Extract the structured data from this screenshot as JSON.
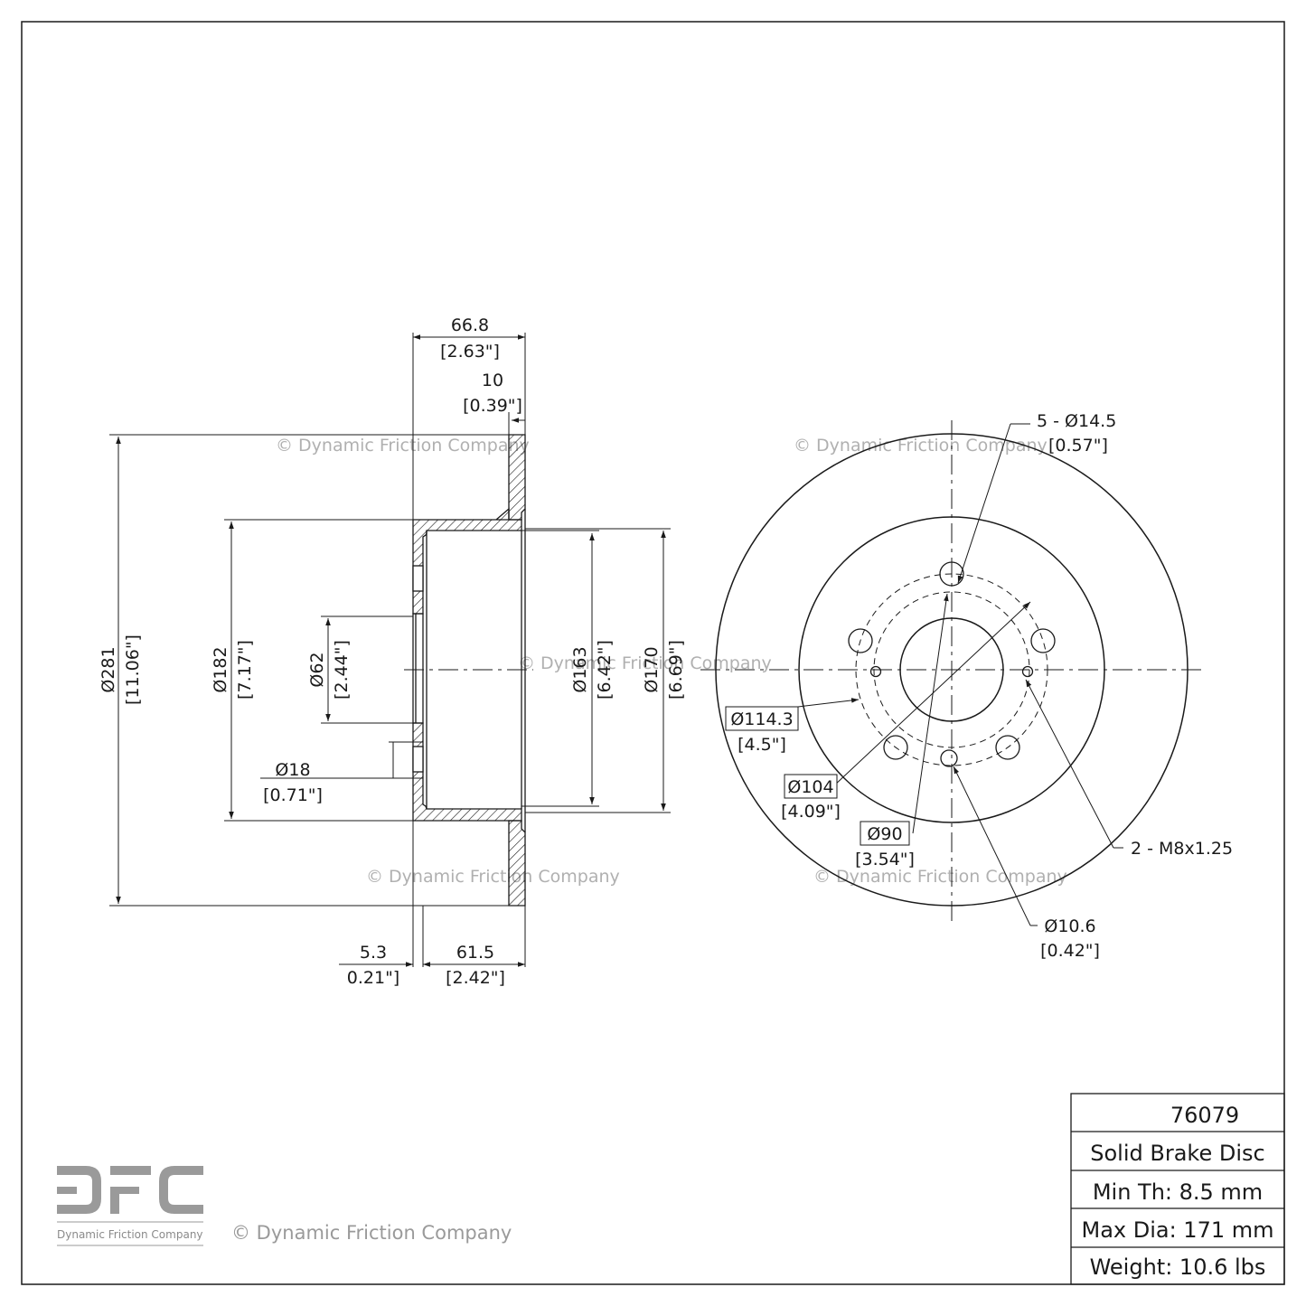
{
  "side_view": {
    "overall_width": {
      "mm": "66.8",
      "in": "[2.63\"]"
    },
    "disc_thickness": {
      "mm": "10",
      "in": "[0.39\"]"
    },
    "outer_diameter": {
      "mm": "Ø281",
      "in": "[11.06\"]"
    },
    "hat_diameter": {
      "mm": "Ø182",
      "in": "[7.17\"]"
    },
    "center_bore": {
      "mm": "Ø62",
      "in": "[2.44\"]"
    },
    "small_hole": {
      "mm": "Ø18",
      "in": "[0.71\"]"
    },
    "inner_bore_163": {
      "mm": "Ø163",
      "in": "[6.42\"]"
    },
    "inner_bore_170": {
      "mm": "Ø170",
      "in": "[6.69\"]"
    },
    "hub_thickness": {
      "mm": "5.3",
      "in": "0.21\"]"
    },
    "hat_depth": {
      "mm": "61.5",
      "in": "[2.42\"]"
    }
  },
  "front_view": {
    "bolt_holes": {
      "mm": "5 - Ø14.5",
      "in": "[0.57\"]"
    },
    "bolt_circle": {
      "mm": "Ø114.3",
      "in": "[4.5\"]"
    },
    "dia_104": {
      "mm": "Ø104",
      "in": "[4.09\"]"
    },
    "dia_90": {
      "mm": "Ø90",
      "in": "[3.54\"]"
    },
    "threaded_holes": {
      "label": "2 - M8x1.25"
    },
    "locator_hole": {
      "mm": "Ø10.6",
      "in": "[0.42\"]"
    }
  },
  "watermark": "© Dynamic Friction Company",
  "logo": {
    "letters": "DFC",
    "subtitle": "Dynamic Friction Company"
  },
  "title_block": {
    "part_number": "76079",
    "type": "Solid Brake Disc",
    "min_thickness": "Min Th: 8.5 mm",
    "max_diameter": "Max Dia: 171 mm",
    "weight": "Weight: 10.6 lbs"
  },
  "colors": {
    "line": "#1a1a1a",
    "watermark": "#b0b0b0",
    "logo": "#9a9a9a"
  }
}
